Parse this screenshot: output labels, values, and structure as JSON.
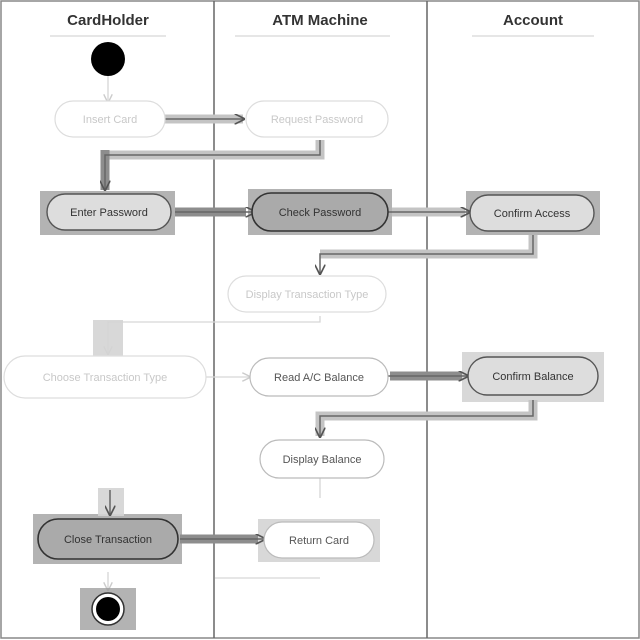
{
  "swimlanes": [
    {
      "id": "cardholder",
      "title": "CardHolder"
    },
    {
      "id": "atm",
      "title": "ATM Machine"
    },
    {
      "id": "account",
      "title": "Account"
    }
  ],
  "nodes": {
    "insert_card": {
      "label": "Insert Card"
    },
    "request_password": {
      "label": "Request Password"
    },
    "enter_password": {
      "label": "Enter Password"
    },
    "check_password": {
      "label": "Check Password"
    },
    "confirm_access": {
      "label": "Confirm Access"
    },
    "display_transaction_type": {
      "label": "Display Transaction Type"
    },
    "choose_transaction_type": {
      "label": "Choose Transaction Type"
    },
    "read_ac_balance": {
      "label": "Read A/C Balance"
    },
    "confirm_balance": {
      "label": "Confirm Balance"
    },
    "display_balance": {
      "label": "Display Balance"
    },
    "close_transaction": {
      "label": "Close Transaction"
    },
    "return_card": {
      "label": "Return Card"
    }
  },
  "colors": {
    "border": "#888888",
    "ink": "#333333",
    "highlight": "#9a9a9a"
  }
}
